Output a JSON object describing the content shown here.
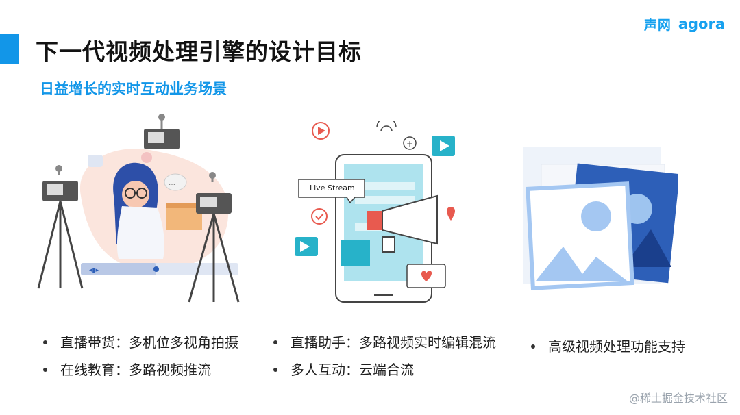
{
  "header": {
    "title": "下一代视频处理引擎的设计目标",
    "subtitle": "日益增长的实时互动业务场景"
  },
  "brand": {
    "cn": "声网",
    "en": "agora",
    "color": "#17a1ef"
  },
  "colors": {
    "accent": "#1296e8",
    "illustration_blue": "#2d5fb8",
    "illustration_teal": "#27b2c9",
    "illustration_red": "#e85a4f"
  },
  "illustrations": {
    "middle": {
      "chat_bubble": "Live Stream"
    }
  },
  "columns": [
    {
      "bullets": [
        "直播带货：多机位多视角拍摄",
        "在线教育：多路视频推流"
      ]
    },
    {
      "bullets": [
        "直播助手：多路视频实时编辑混流",
        "多人互动：云端合流"
      ]
    },
    {
      "bullets": [
        "高级视频处理功能支持"
      ]
    }
  ],
  "watermark": "@稀土掘金技术社区"
}
